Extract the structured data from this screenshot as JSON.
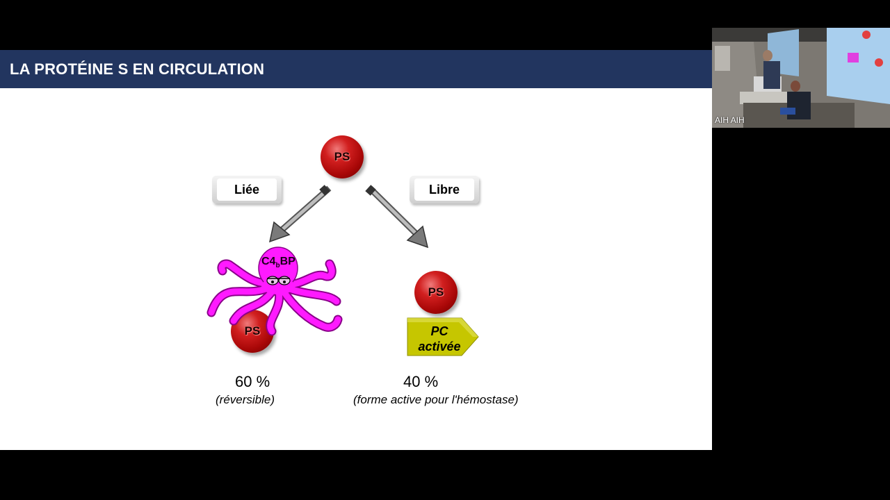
{
  "slide": {
    "title": "LA PROTÉINE S EN CIRCULATION",
    "top_sphere_label": "PS",
    "left_label": "Liée",
    "right_label": "Libre",
    "octopus_label_main": "C4",
    "octopus_label_sub": "b",
    "octopus_label_end": "BP",
    "bound_sphere_label": "PS",
    "free_sphere_label": "PS",
    "pc_line1": "PC",
    "pc_line2": "activée",
    "left_percent": "60 %",
    "left_note": "(réversible)",
    "right_percent": "40 %",
    "right_note": "(forme active pour l'hémostase)"
  },
  "video": {
    "participant_name": "AIH AIH"
  },
  "colors": {
    "title_bar": "#22355f",
    "sphere_red": "#c41212",
    "octopus_magenta": "#ff1aff",
    "pc_yellow": "#c8c800"
  }
}
